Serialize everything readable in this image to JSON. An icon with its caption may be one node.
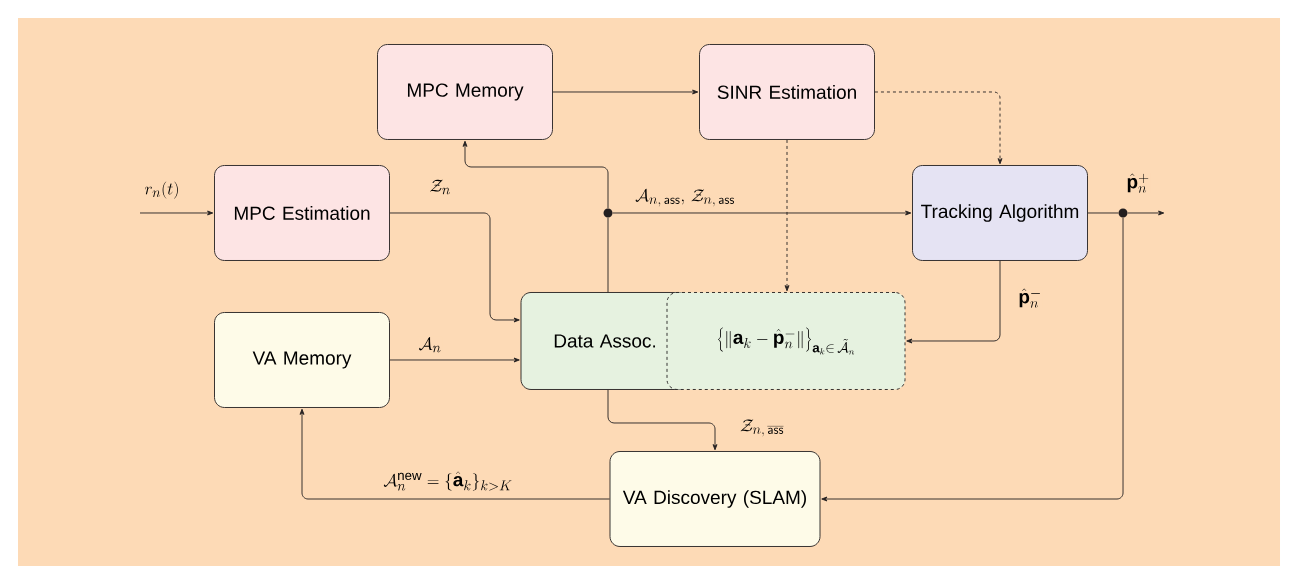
{
  "diagram": {
    "nodes": [
      {
        "text": [
          "MPC Memory"
        ]
      },
      {
        "text": [
          "SINR Estimation"
        ]
      },
      {
        "text": [
          "MPC Estimation"
        ]
      },
      {
        "text": [
          "Tracking Algorithm"
        ]
      },
      {
        "text": [
          "Data Assoc."
        ]
      },
      {
        "text": [
          "\\left\\{\\|\\mathbf{a}_k - \\hat{\\mathbf{p}}_n^{-}\\|\\right\\}_{\\mathbf{a}_k\\in\\,\\tilde{\\mathcal{A}}_n}"
        ]
      },
      {
        "text": [
          "VA Memory"
        ]
      },
      {
        "text": [
          "VA Discovery (SLAM)"
        ]
      },
      {
        "text": [],
        "shape": "circle"
      },
      {
        "text": [],
        "shape": "circle"
      }
    ],
    "edges": [
      {
        "from": null,
        "to": 2,
        "arrow": "to",
        "label": "r_n(t)"
      },
      {
        "from": 2,
        "to": 4,
        "arrow": "to",
        "label": "\\mathcal{Z}_n"
      },
      {
        "from": 6,
        "to": 4,
        "arrow": "to",
        "label": "\\mathcal{A}_n"
      },
      {
        "from": 4,
        "to": 8,
        "arrow": "none"
      },
      {
        "from": 8,
        "to": 0,
        "arrow": "to"
      },
      {
        "from": 8,
        "to": 3,
        "arrow": "to",
        "label": "\\mathcal{A}_{n,\\,\\mathsf{ass}},\\,\\mathcal{Z}_{n,\\,\\mathsf{ass}}"
      },
      {
        "from": 0,
        "to": 1,
        "arrow": "to"
      },
      {
        "from": 1,
        "to": 3,
        "arrow": "to",
        "style": "dashed"
      },
      {
        "from": 1,
        "to": 5,
        "arrow": "to",
        "style": "dashed"
      },
      {
        "from": 3,
        "to": 9,
        "arrow": "none"
      },
      {
        "from": 9,
        "to": null,
        "arrow": "to",
        "label": "\\hat{\\mathbf{p}}_n^{+}"
      },
      {
        "from": 3,
        "to": 5,
        "arrow": "to",
        "label": "\\hat{\\mathbf{p}}_n^{-}"
      },
      {
        "from": 9,
        "to": 7,
        "arrow": "to"
      },
      {
        "from": 4,
        "to": 7,
        "arrow": "to",
        "label": "\\mathcal{Z}_{n,\\,\\overline{\\mathsf{ass}}}"
      },
      {
        "from": 7,
        "to": 6,
        "arrow": "to",
        "label": "\\mathcal{A}_n^{\\mathrm{new}} = \\{\\hat{\\mathbf{a}}_k\\}_{k>K}"
      }
    ]
  }
}
